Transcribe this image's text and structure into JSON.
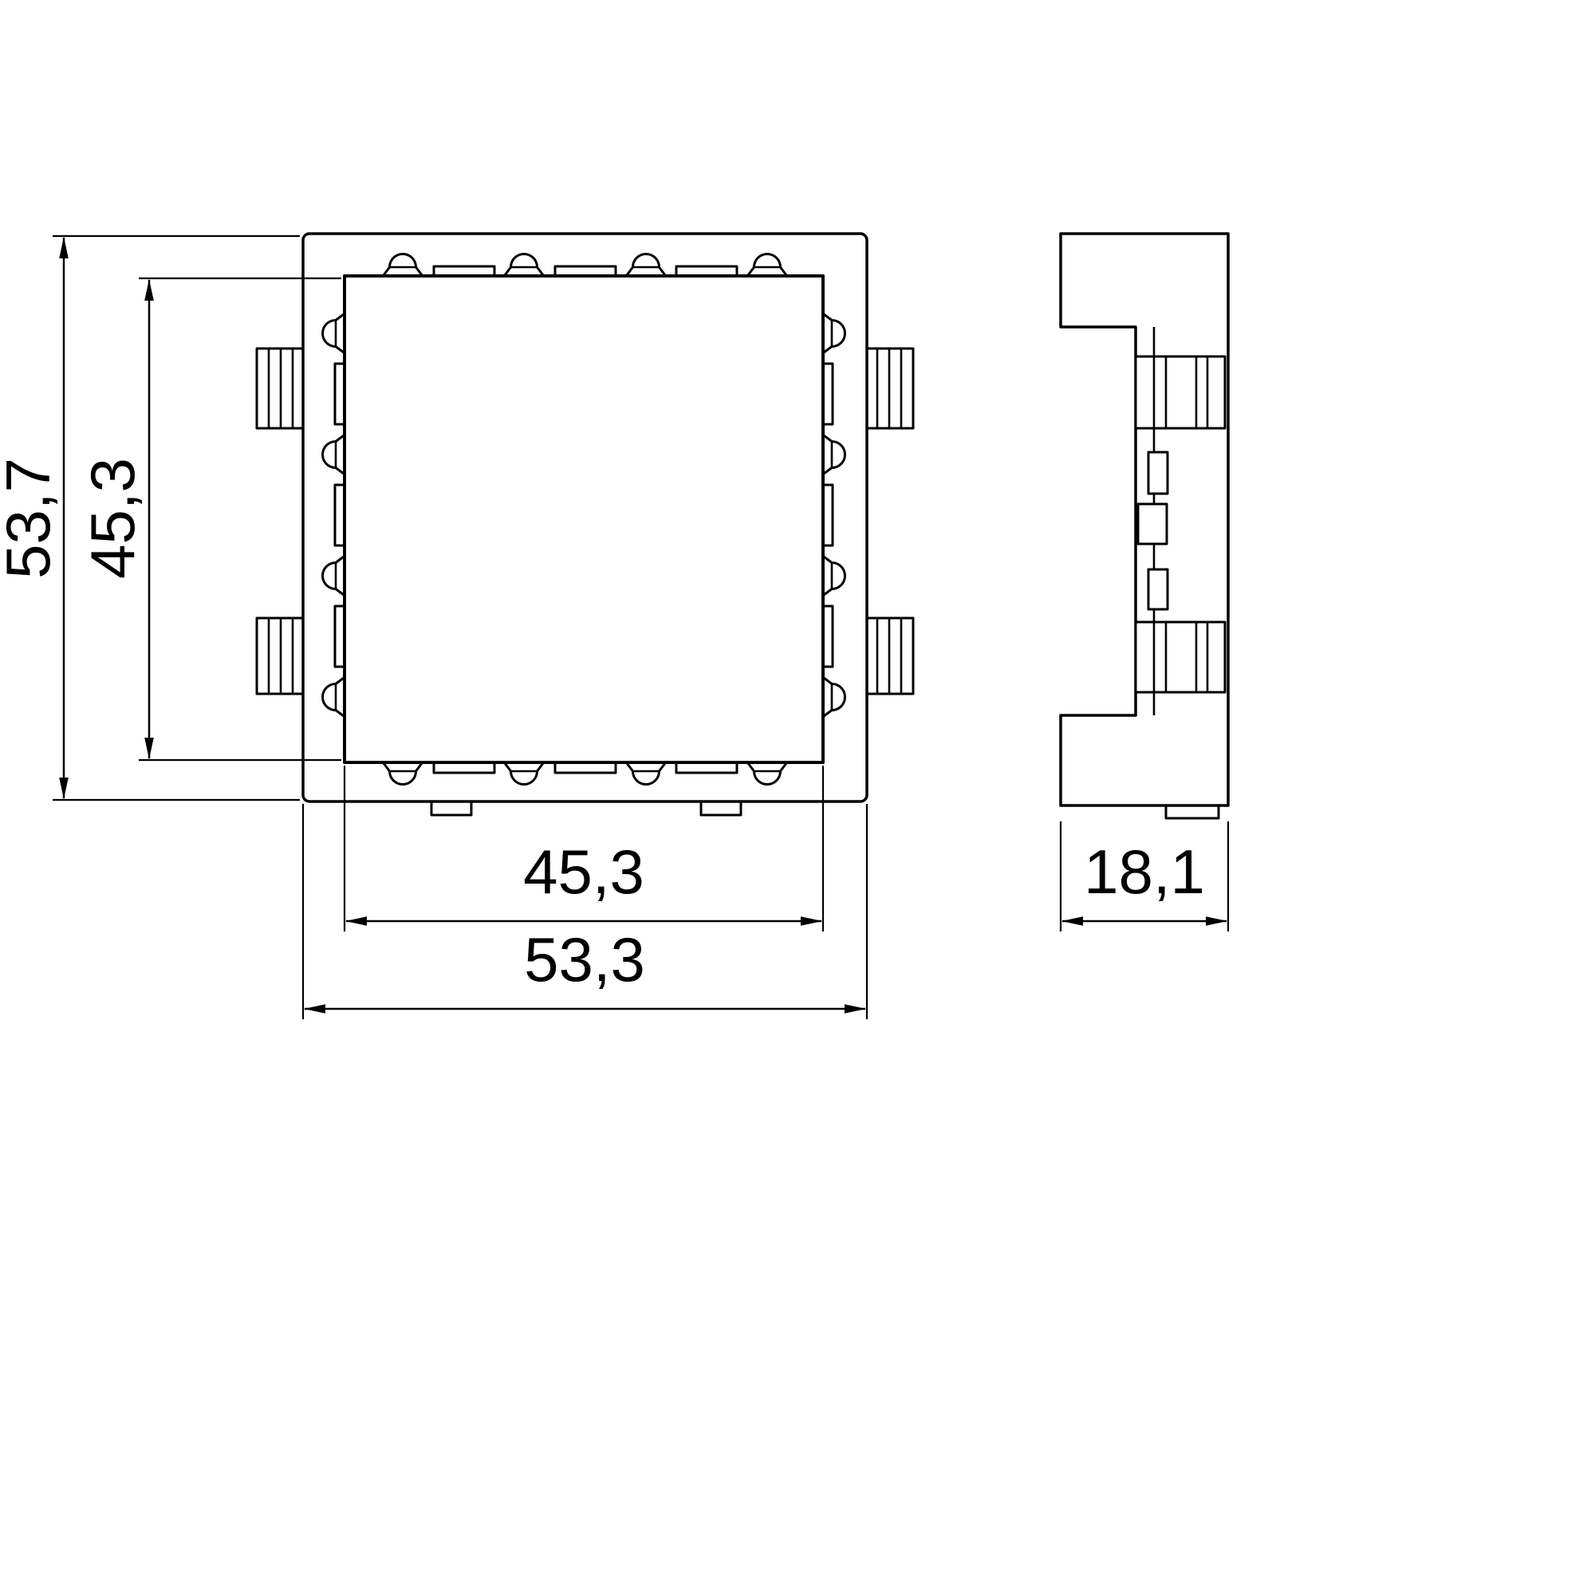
{
  "drawing": {
    "type": "technical-dimension-drawing",
    "views": {
      "front": {
        "name": "front-view"
      },
      "side": {
        "name": "side-view"
      }
    },
    "dims": {
      "outer_height": "53,7",
      "inner_height": "45,3",
      "inner_width": "45,3",
      "outer_width": "53,3",
      "depth": "18,1"
    },
    "colors": {
      "line": "#000000",
      "background": "#ffffff"
    }
  }
}
